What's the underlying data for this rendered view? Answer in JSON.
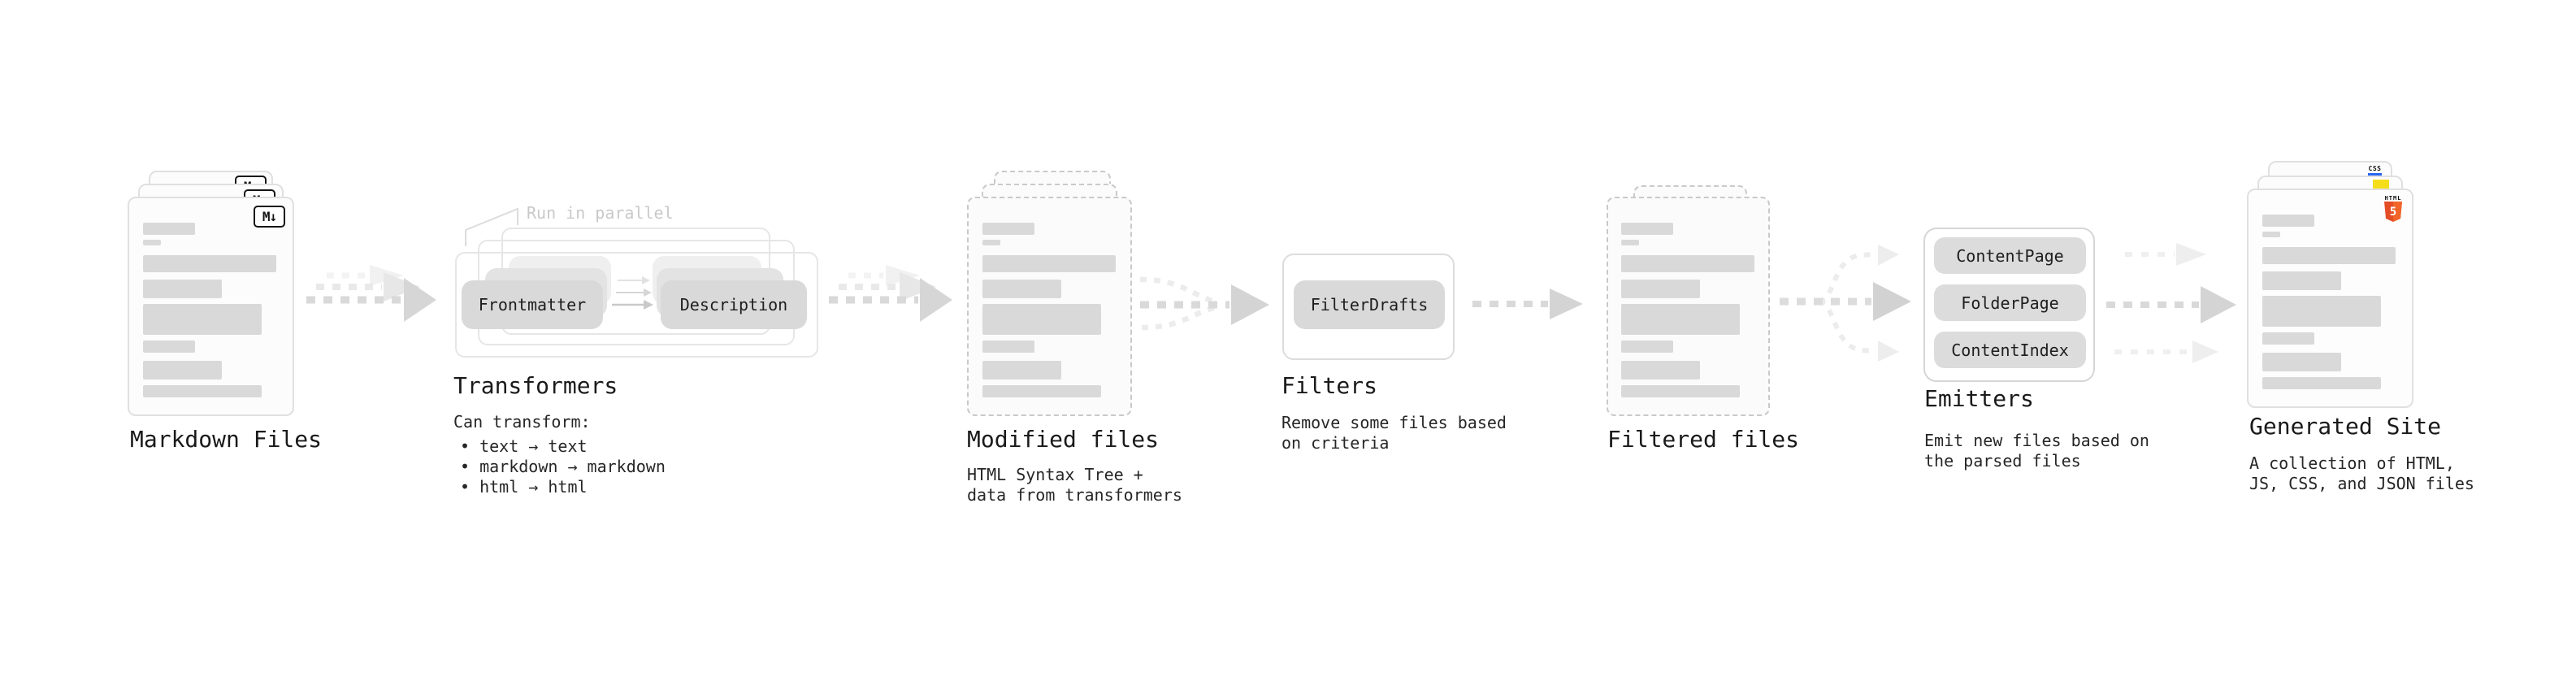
{
  "stages": {
    "markdown": {
      "title": "Markdown Files",
      "icon_label": "M↓"
    },
    "transformers": {
      "title": "Transformers",
      "annotation": "Run in parallel",
      "pill_left": "Frontmatter",
      "pill_right": "Description",
      "body_heading": "Can transform:",
      "bullets": [
        "• text → text",
        "• markdown → markdown",
        "• html → html"
      ]
    },
    "modified": {
      "title": "Modified files",
      "subtitle": [
        "HTML Syntax Tree +",
        "data from transformers"
      ]
    },
    "filters": {
      "title": "Filters",
      "pill": "FilterDrafts",
      "subtitle": [
        "Remove some files based",
        "on criteria"
      ]
    },
    "filtered": {
      "title": "Filtered files"
    },
    "emitters": {
      "title": "Emitters",
      "pills": [
        "ContentPage",
        "FolderPage",
        "ContentIndex"
      ],
      "subtitle": [
        "Emit new files based on",
        "the parsed files"
      ]
    },
    "generated": {
      "title": "Generated Site",
      "subtitle": [
        "A collection of HTML,",
        "JS, CSS, and JSON files"
      ],
      "html5_word": "HTML",
      "html5_number": "5",
      "css_word": "CSS"
    }
  },
  "colors": {
    "bar_gray": "#d9d9d9",
    "pill_gray": "#d9d9d9",
    "arrow_gray": "#d9d9d9",
    "arrow_light": "#ececec",
    "annotation_gray": "#c9c9c9",
    "html5_orange": "#e44d26",
    "html5_orange_light": "#f16529",
    "js_yellow": "#f5de19",
    "css_blue": "#2965f1"
  },
  "file_card_bars": [
    {
      "w": 64,
      "h": 15,
      "mt": 30
    },
    {
      "w": 22,
      "h": 7,
      "mt": 6
    },
    {
      "w": 164,
      "h": 21,
      "mt": 12
    },
    {
      "w": 97,
      "h": 23,
      "mt": 9
    },
    {
      "w": 146,
      "h": 38,
      "mt": 7
    },
    {
      "w": 64,
      "h": 15,
      "mt": 7
    },
    {
      "w": 97,
      "h": 23,
      "mt": 10
    },
    {
      "w": 146,
      "h": 15,
      "mt": 7
    }
  ]
}
